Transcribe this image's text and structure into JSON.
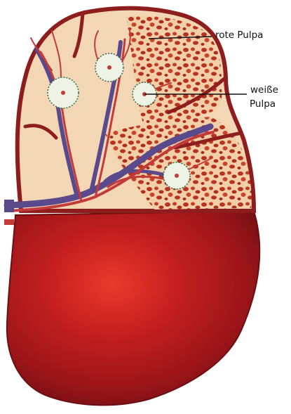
{
  "labels": {
    "red_pulp": "rote Pulpa",
    "white_pulp_line1": "weiße",
    "white_pulp_line2": "Pulpa"
  },
  "colors": {
    "capsule": "#8e1d1d",
    "pulp_background": "#f3d6b4",
    "red_pulp_spots": "#b8321e",
    "vessel_vein": "#5a4a8c",
    "vessel_artery": "#c23a3a",
    "white_pulp_ring": "#2f6b4f",
    "outer_surface": "#a3161b",
    "outer_highlight": "#e8332a"
  }
}
